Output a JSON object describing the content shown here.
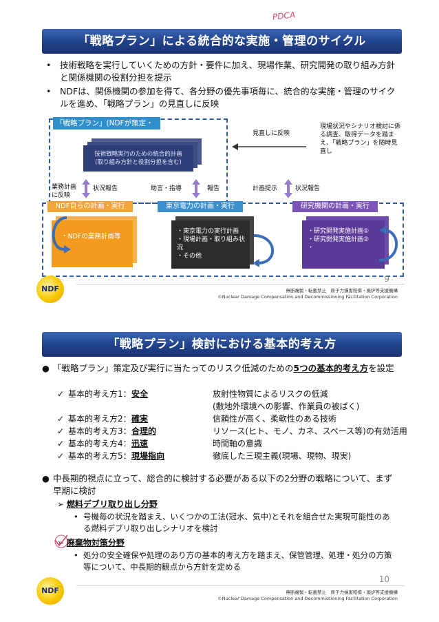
{
  "handwritten_note": "PDCA",
  "slide1": {
    "title": "「戦略プラン」による統合的な実施・管理のサイクル",
    "bullets": [
      "技術戦略を実行していくための方針・要件に加え、現場作業、研究開発の取り組み方針と関係機関の役割分担を提示",
      "NDFは、関係機関の参加を得て、各分野の優先事項毎に、統合的な実施・管理のサイクルを進め、「戦略プラン」の見直しに反映"
    ],
    "diagram": {
      "plan_header": "「戦略プラン」(NDFが策定・提示)",
      "plan_inner": "技術戦略実行のための統合的計画\n(取り組み方針と役割分担を含む)",
      "review_label": "見直しに反映",
      "review_note": "現場状況やシナリオ検討に係る調査、取得データを踏まえ、「戦略プラン」を随時見直し",
      "arrow_labels": [
        "業務計画に反映",
        "状況報告",
        "助言・指導",
        "報告",
        "計画提示",
        "状況報告"
      ],
      "org_ndf": "NDF自らの計画・実行",
      "org_tepco": "東京電力の計画・実行",
      "org_research": "研究機関の計画・実行",
      "ndf_doc": "・NDFの業務計画等",
      "tepco_doc": "・東京電力の実行計画\n・現場計画・取り組み状況\n・その他",
      "research_doc": "・研究開発実施計画①\n・研究開発実施計画②\n・"
    },
    "page_number": "9",
    "logo": "NDF",
    "footer_line1": "無断複製・転載禁止　原子力損害賠償・廃炉等支援機構",
    "footer_line2": "©Nuclear Damage Compensation and Decommissioning Facilitation Corporation"
  },
  "slide2": {
    "title": "「戦略プラン」検討における基本的考え方",
    "intro": "「戦略プラン」策定及び実行に当たってのリスク低減のための",
    "intro_emph": "5つの基本的考え方",
    "intro_tail": "を設定",
    "principles": [
      {
        "key": "基本的考え方1：",
        "val": "安全",
        "desc": "放射性物質によるリスクの低減"
      },
      {
        "key": "",
        "val": "",
        "desc": "(敷地外環境への影響、作業員の被ばく)"
      },
      {
        "key": "基本的考え方2：",
        "val": "確実",
        "desc": "信頼性が高く、柔軟性のある技術"
      },
      {
        "key": "基本的考え方3：",
        "val": "合理的",
        "desc": "リソース(ヒト、モノ、カネ、スペース等)の有効活用"
      },
      {
        "key": "基本的考え方4：",
        "val": "迅速",
        "desc": "時間軸の意識"
      },
      {
        "key": "基本的考え方5：",
        "val": "現場指向",
        "desc": "徹底した三現主義(現場、現物、現実)"
      }
    ],
    "second": "中長期的視点に立って、総合的に検討する必要がある以下の2分野の戦略について、まず早期に検討",
    "field1": "燃料デブリ取り出し分野",
    "field1_desc": "号機毎の状況を踏まえ、いくつかの工法(冠水、気中)とそれを組合せた実現可能性のある燃料デブリ取り出しシナリオを検討",
    "field2": "廃棄物対策分野",
    "field2_desc": "処分の安全確保や処理のあり方の基本的考え方を踏まえ、保管管理、処理・処分の方策等について、中長期的観点から方針を定める",
    "page_number": "10",
    "logo": "NDF",
    "footer_line1": "無断複製・転載禁止　原子力損害賠償・廃炉等支援機構",
    "footer_line2": "©Nuclear Damage Compensation and Decommissioning Facilitation Corporation"
  }
}
